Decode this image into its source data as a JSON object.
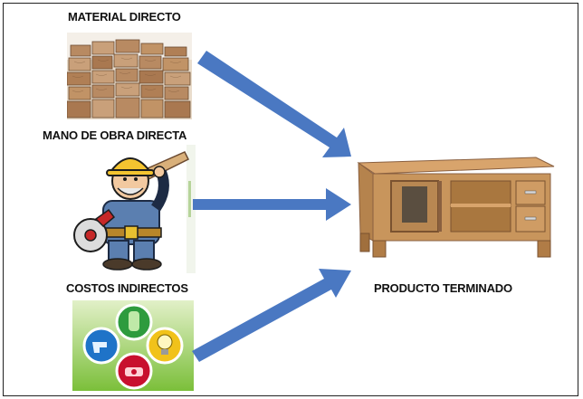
{
  "labels": {
    "material": "MATERIAL DIRECTO",
    "mano_obra": "MANO DE OBRA DIRECTA",
    "costos": "COSTOS INDIRECTOS",
    "producto": "PRODUCTO TERMINADO"
  },
  "colors": {
    "arrow": "#4a78c2",
    "wood_light": "#c9a07a",
    "wood_dark": "#8a6040",
    "furniture": "#c8955c",
    "background": "#ffffff"
  },
  "icons": [
    "lumber-stack",
    "construction-worker",
    "utility-icons",
    "wooden-tv-cabinet"
  ]
}
